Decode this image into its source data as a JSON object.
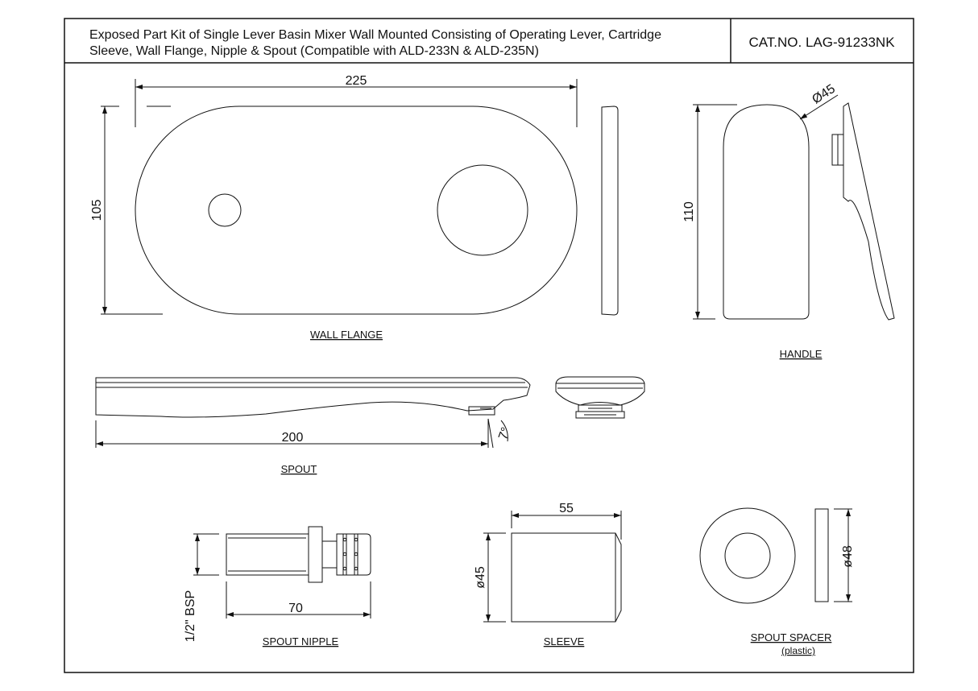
{
  "title_block": {
    "description_line1": "Exposed Part Kit of Single Lever Basin Mixer Wall Mounted Consisting of Operating Lever, Cartridge",
    "description_line2": "Sleeve, Wall Flange, Nipple & Spout (Compatible with ALD-233N & ALD-235N)",
    "catalog_number": "CAT.NO. LAG-91233NK"
  },
  "wall_flange": {
    "label": "WALL FLANGE",
    "width_dim": "225",
    "height_dim": "105"
  },
  "handle": {
    "label": "HANDLE",
    "diameter_dim": "Ø45",
    "height_dim": "110"
  },
  "spout": {
    "label": "SPOUT",
    "length_dim": "200",
    "angle_dim": "7°"
  },
  "spout_nipple": {
    "label": "SPOUT NIPPLE",
    "length_dim": "70",
    "thread_dim": "1/2\" BSP"
  },
  "sleeve": {
    "label": "SLEEVE",
    "length_dim": "55",
    "diameter_dim": "ø45"
  },
  "spout_spacer": {
    "label": "SPOUT SPACER",
    "sublabel": "(plastic)",
    "diameter_dim": "ø48"
  }
}
